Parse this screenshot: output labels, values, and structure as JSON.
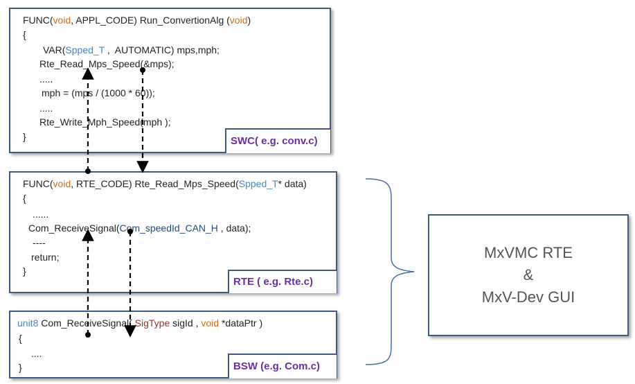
{
  "swc": {
    "l1": {
      "a": "FUNC(",
      "b": "void",
      "c": ", APPL_CODE) Run_ConvertionAlg (",
      "d": "void",
      "e": ")"
    },
    "l2": "{",
    "l3": {
      "a": "VAR(",
      "b": "Spped_T",
      "c": " ,  AUTOMATIC) mps,mph;"
    },
    "l4": "Rte_Read_Mps_Speed(&mps);",
    "l5": ".....",
    "l6": "mph = (mps / (1000 * 60));",
    "l7": ".....",
    "l8": "Rte_Write_Mph_Speed(mph );",
    "l9": "}",
    "tag": "SWC( e.g. conv.c)"
  },
  "rte": {
    "l1": {
      "a": "FUNC(",
      "b": "void",
      "c": ", RTE_CODE) Rte_Read_Mps_Speed(",
      "d": "Spped_T",
      "e": "* data)"
    },
    "l2": "{",
    "l3": "......",
    "l4": {
      "a": "Com_ReceiveSignal(",
      "b": "Com_speedId_CAN_H",
      "c": " , data);"
    },
    "l5": "----",
    "l6": "return;",
    "l7": "}",
    "tag": "RTE ( e.g.  Rte.c)"
  },
  "bsw": {
    "l1": {
      "a": "unit8",
      "b": " Com_ReceiveSignal( ",
      "c": "SigType",
      "d": " sigId , ",
      "e": "void",
      "f": " *dataPtr )"
    },
    "l2": "{",
    "l3": "....",
    "l4": "}",
    "tag": "BSW (e.g. Com.c)"
  },
  "side": {
    "line1": "MxVMC RTE",
    "line2": "&",
    "line3": "MxV-Dev GUI"
  },
  "colors": {
    "border": "#3e5a80",
    "keyword": "#d06d1a",
    "type": "#4a86c8",
    "tag_text": "#6a2fa0"
  }
}
